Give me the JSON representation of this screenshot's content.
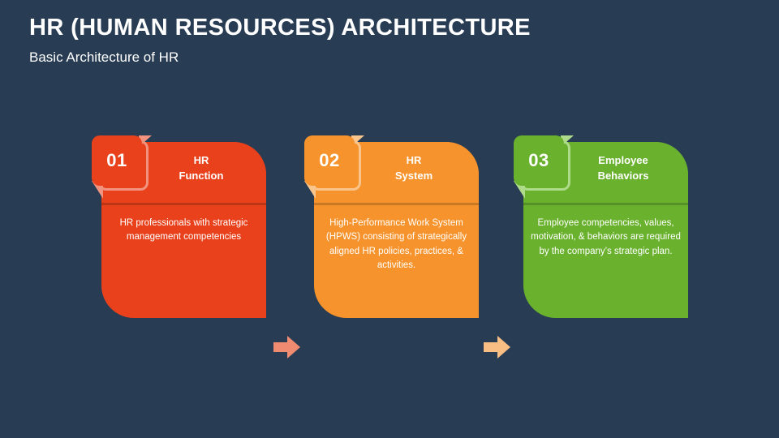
{
  "header": {
    "title": "HR (HUMAN RESOURCES) ARCHITECTURE",
    "subtitle": "Basic Architecture of HR"
  },
  "theme": {
    "background": "#283C54",
    "text": "#FFFFFF"
  },
  "cards": [
    {
      "number": "01",
      "title": "HR\nFunction",
      "title_line1": "HR",
      "title_line2": "Function",
      "body": "HR professionals with strategic management competencies",
      "color": "#E8411C",
      "accent": "#F2937F",
      "fold": "#F2937F"
    },
    {
      "number": "02",
      "title": "HR\nSystem",
      "title_line1": "HR",
      "title_line2": "System",
      "body": "High-Performance Work System (HPWS) consisting of strategically aligned HR policies, practices, & activities.",
      "color": "#F6932C",
      "accent": "#F9C58C",
      "fold": "#F9C58C"
    },
    {
      "number": "03",
      "title": "Employee\nBehaviors",
      "title_line1": "Employee",
      "title_line2": "Behaviors",
      "body": "Employee competencies, values, motivation, & behaviors are required by the company’s strategic plan.",
      "color": "#6AB12E",
      "accent": "#AEDC8A",
      "fold": "#AEDC8A"
    }
  ],
  "arrows": [
    {
      "name": "arrow-1-to-2",
      "color": "#EE8B71"
    },
    {
      "name": "arrow-2-to-3",
      "color": "#F9BE83"
    }
  ]
}
